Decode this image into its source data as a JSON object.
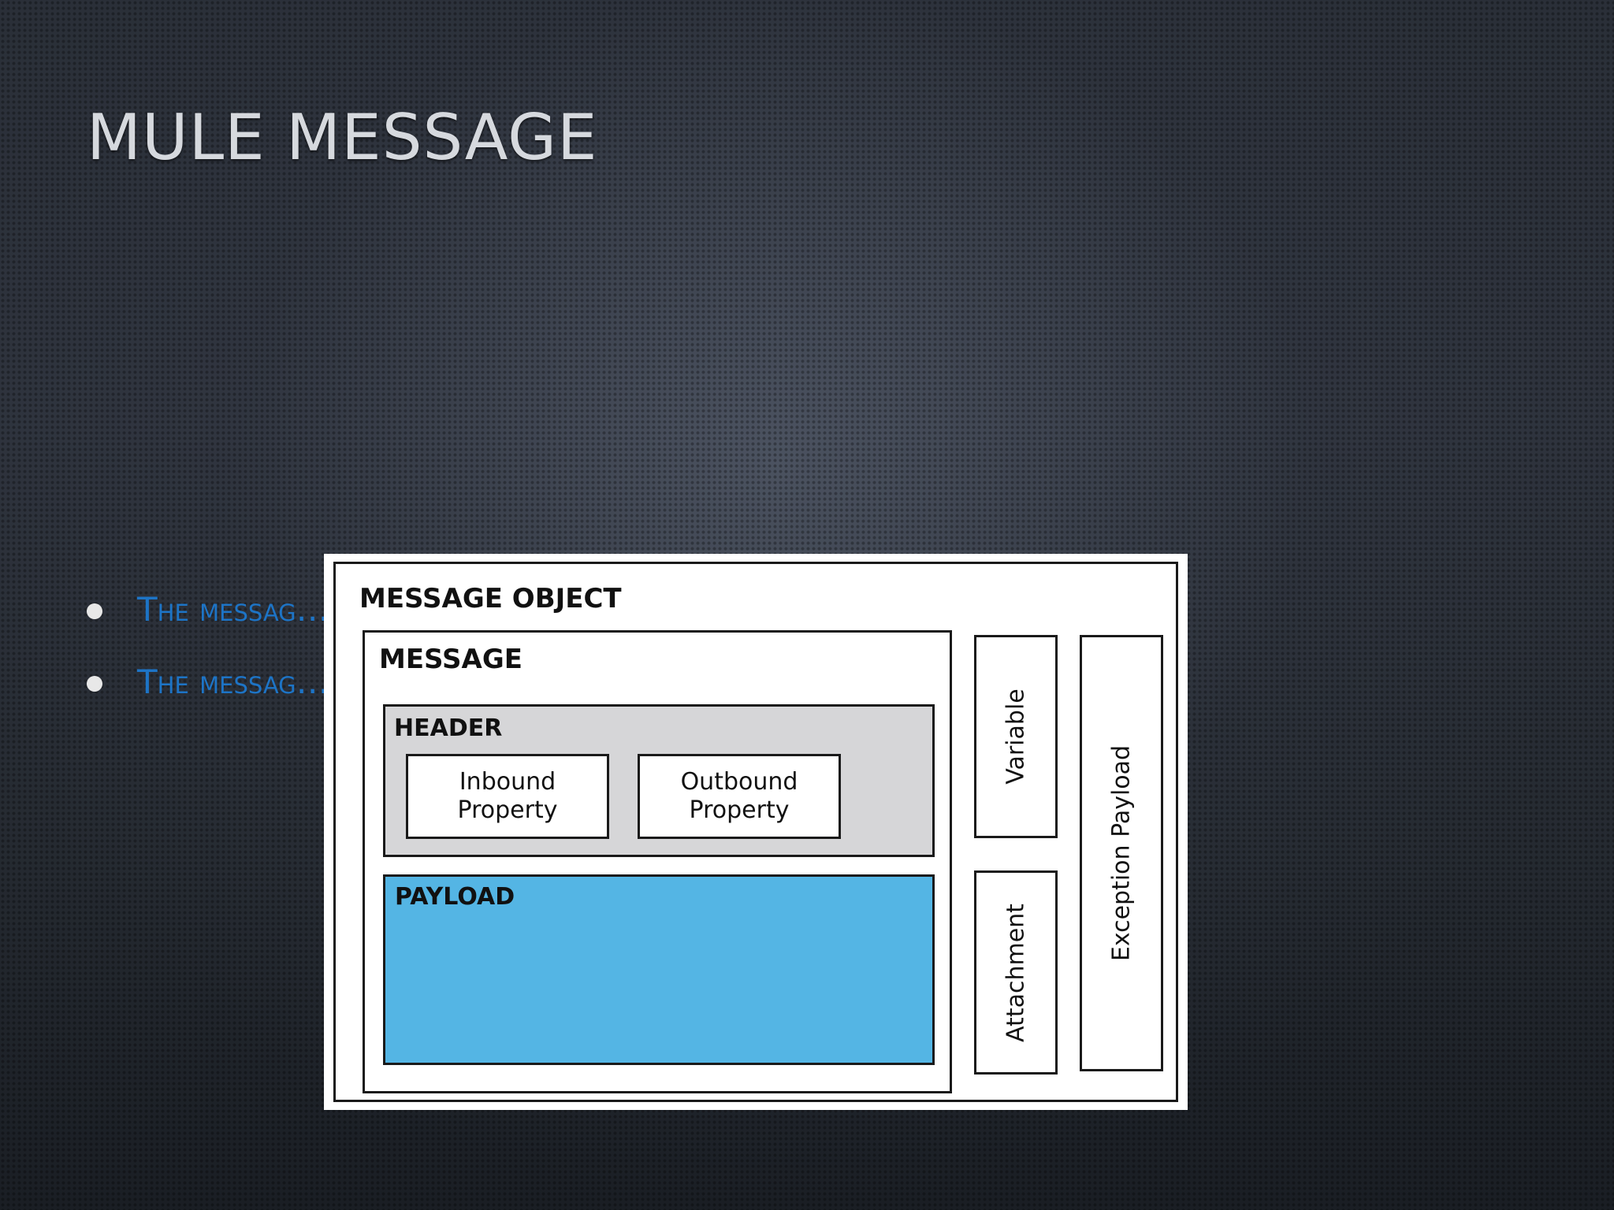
{
  "slide": {
    "title": "MULE MESSAGE",
    "bullets": [
      {
        "text": "The messag… …message"
      },
      {
        "text": "The messag… …c data."
      }
    ]
  },
  "diagram": {
    "object_title": "MESSAGE OBJECT",
    "message_title": "MESSAGE",
    "header_title": "HEADER",
    "inbound_line1": "Inbound",
    "inbound_line2": "Property",
    "outbound_line1": "Outbound",
    "outbound_line2": "Property",
    "payload_title": "PAYLOAD",
    "variable_label": "Variable",
    "attachment_label": "Attachment",
    "exception_label": "Exception Payload"
  },
  "colors": {
    "background": "#2b3039",
    "title": "#d6d9de",
    "bullet_text": "#1d74c6",
    "header_fill": "#d6d6d8",
    "payload_fill": "#54b5e4"
  }
}
